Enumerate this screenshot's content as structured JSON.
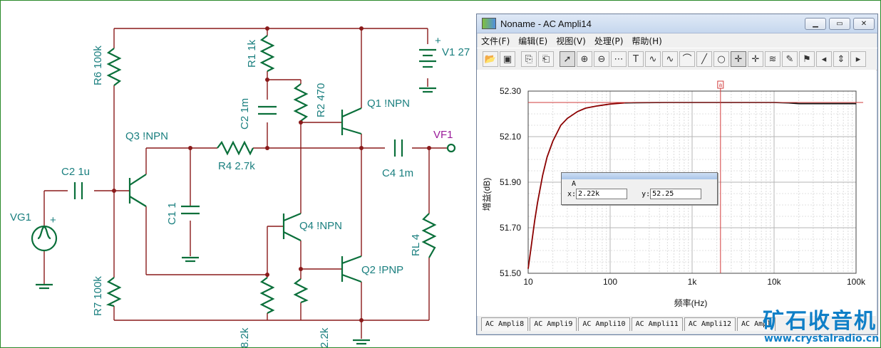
{
  "schematic": {
    "labels": {
      "r6": "R6 100k",
      "r1": "R1 1k",
      "c2": "C2 1m",
      "r2": "R2 470",
      "q1": "Q1 !NPN",
      "v1": "V1 27",
      "q3": "Q3 !NPN",
      "r4": "R4 2.7k",
      "vf1": "VF1",
      "c4": "C4 1m",
      "c21": "C2 1u",
      "vg1": "VG1",
      "c11": "C1 1",
      "q4": "Q4 !NPN",
      "rl4": "RL 4",
      "q2": "Q2 !PNP",
      "r7": "R7 100k",
      "r82": "8.2k",
      "r22": "2.2k",
      "plus": "+"
    }
  },
  "window": {
    "title": "Noname - AC Ampli14",
    "menus": [
      "文件(F)",
      "编辑(E)",
      "视图(V)",
      "处理(P)",
      "帮助(H)"
    ],
    "tabs": [
      "AC Ampli8",
      "AC Ampli9",
      "AC Ampli10",
      "AC Ampli11",
      "AC Ampli12",
      "AC Ampl"
    ],
    "cursor": {
      "name": "A",
      "x_label": "x:",
      "x_value": "2.22k",
      "y_label": "y:",
      "y_value": "52.25",
      "marker": "a"
    }
  },
  "chart_data": {
    "type": "line",
    "xlabel": "频率(Hz)",
    "ylabel": "增益(dB)",
    "x_scale": "log",
    "xlim": [
      10,
      100000
    ],
    "ylim": [
      51.5,
      52.3
    ],
    "x_ticks": [
      "10",
      "100",
      "1k",
      "10k",
      "100k"
    ],
    "y_ticks": [
      "52.30",
      "52.10",
      "51.90",
      "51.70",
      "51.50"
    ],
    "series": [
      {
        "color": "#8b0000",
        "x": [
          10,
          11,
          12,
          13,
          15,
          17,
          20,
          25,
          30,
          40,
          50,
          70,
          100,
          150
        ],
        "y": [
          51.52,
          51.63,
          51.73,
          51.81,
          51.93,
          52.01,
          52.08,
          52.15,
          52.18,
          52.21,
          52.225,
          52.235,
          52.243,
          52.248
        ]
      },
      {
        "color": "#111111",
        "x": [
          150,
          200,
          500,
          1000,
          2000,
          5000,
          10000,
          15000,
          20000,
          100000
        ],
        "y": [
          52.248,
          52.249,
          52.25,
          52.25,
          52.25,
          52.25,
          52.25,
          52.248,
          52.245,
          52.245
        ]
      }
    ],
    "cursor_x": 2220,
    "cursor_y": 52.25,
    "grid": true
  },
  "watermark": {
    "cn": "矿石收音机",
    "url": "www.crystalradio.cn"
  }
}
